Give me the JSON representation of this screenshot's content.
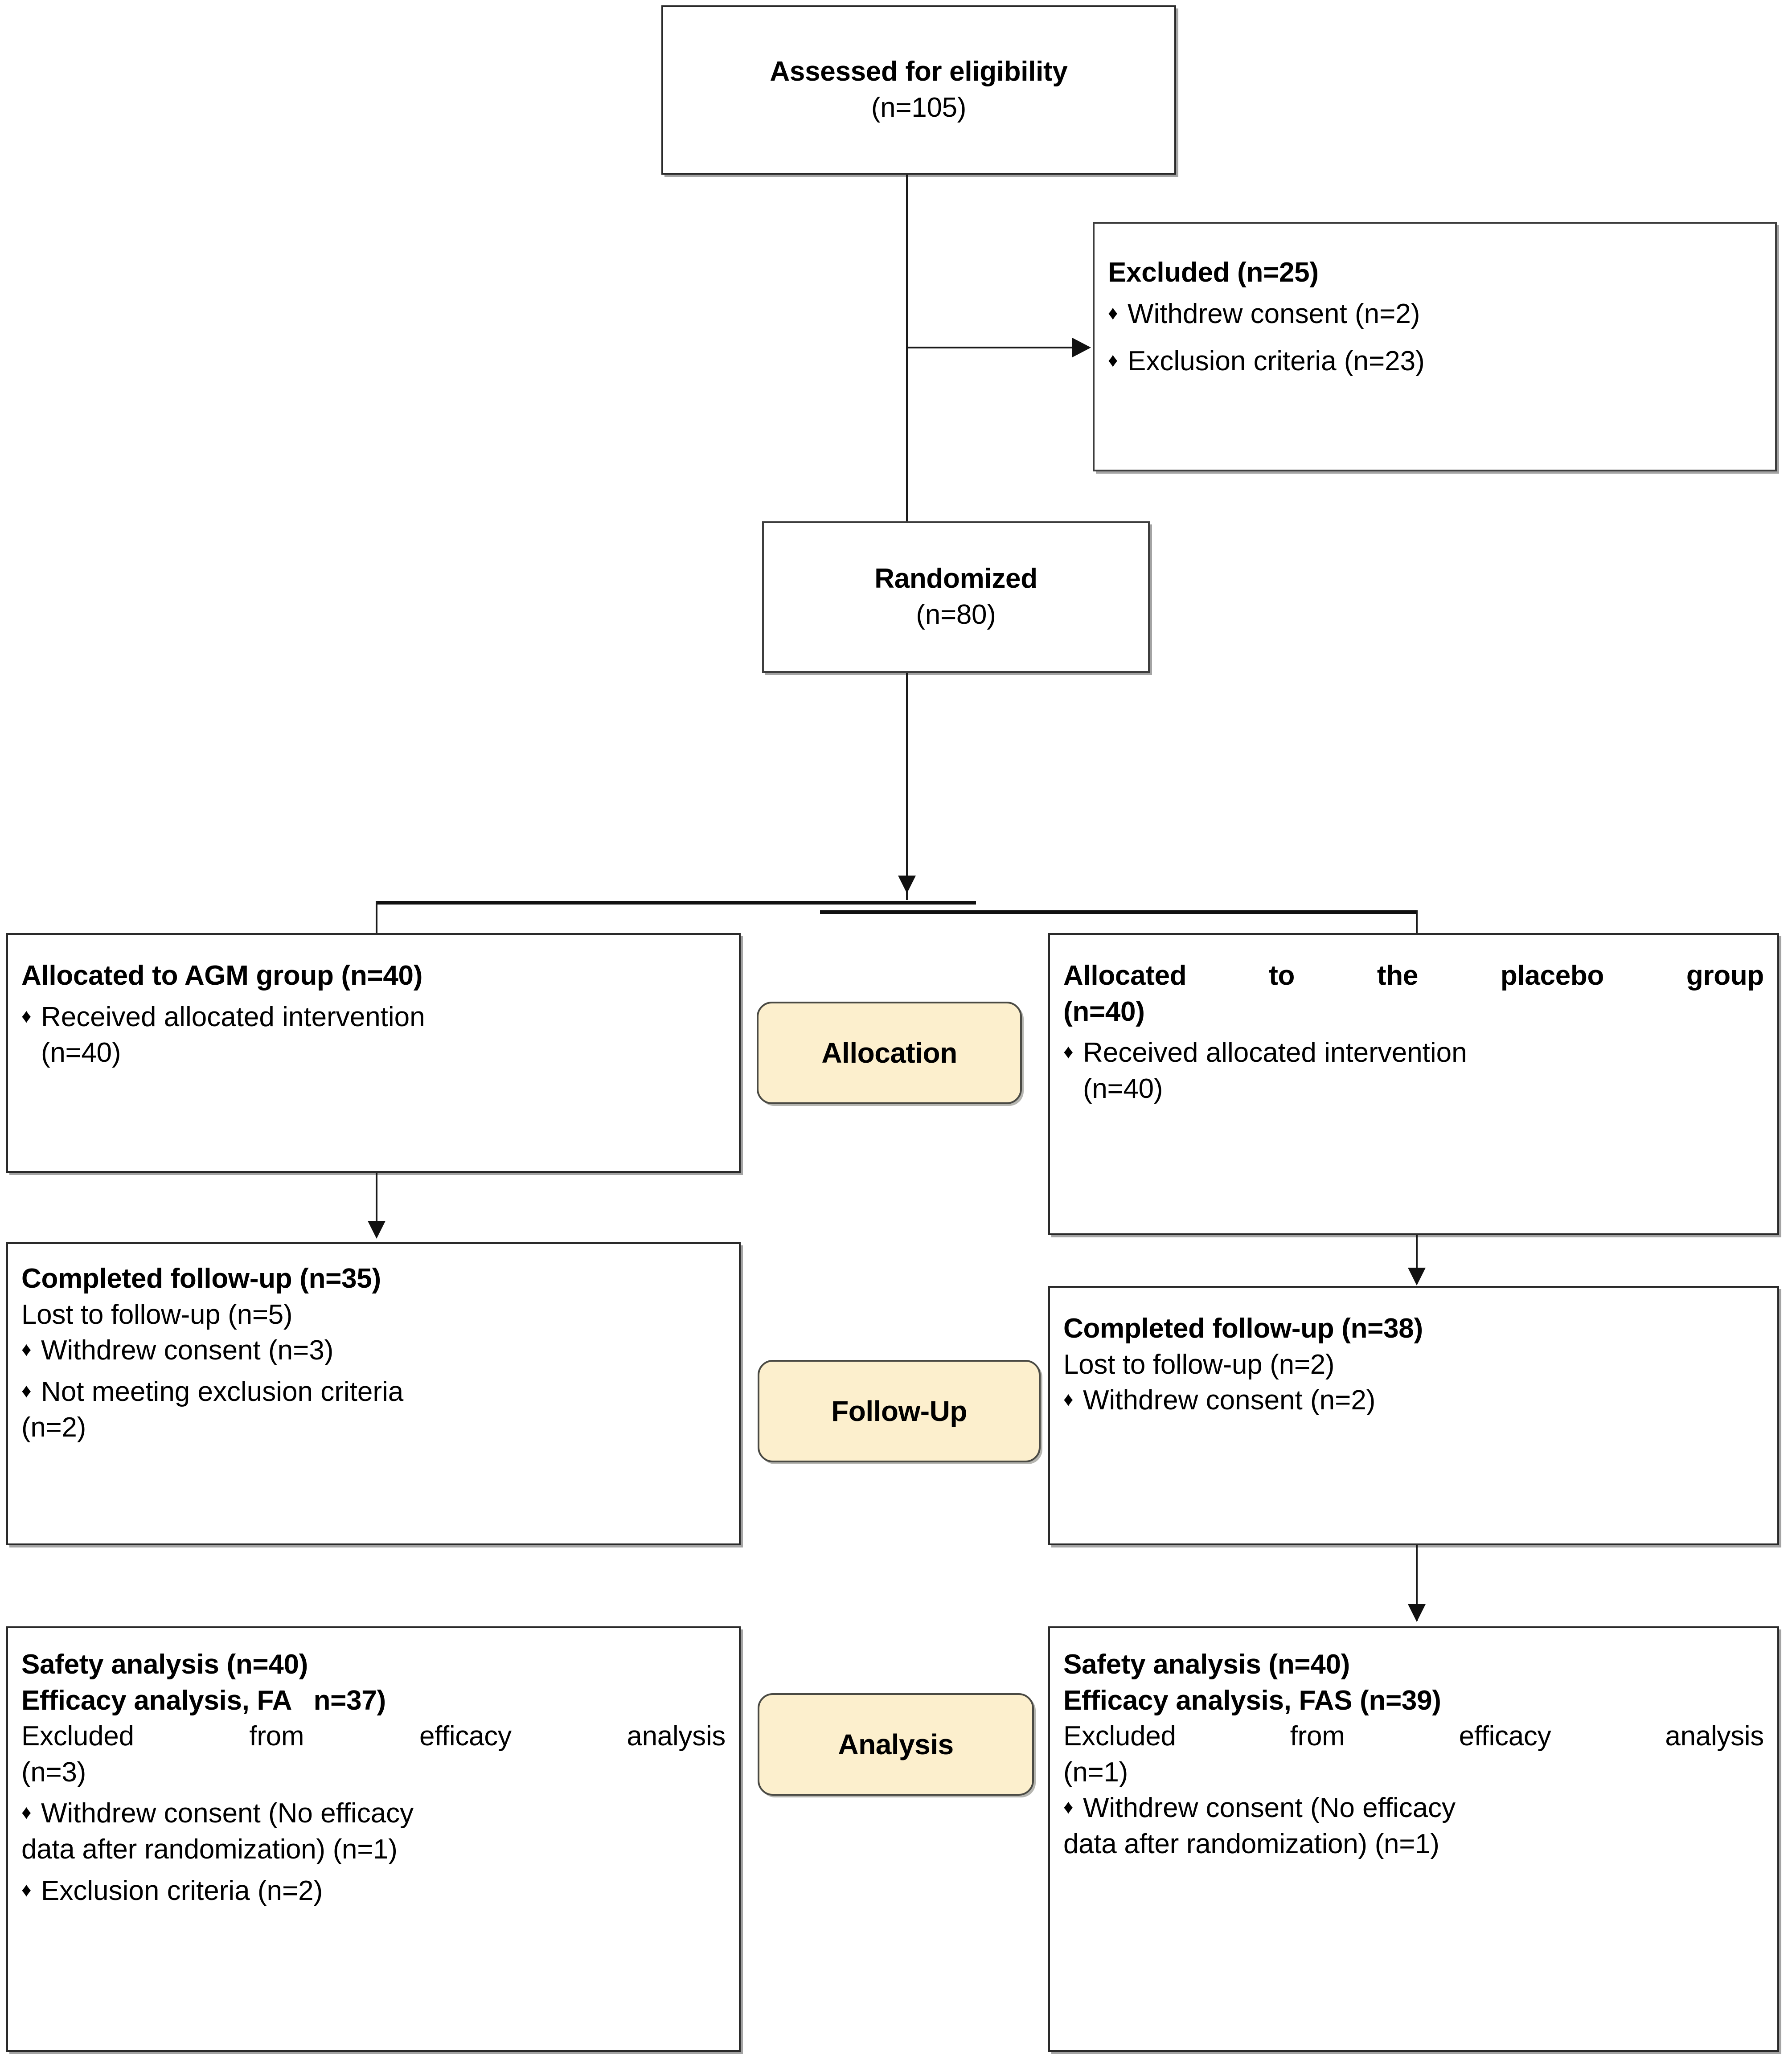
{
  "diagram": {
    "title": "CONSORT participant flow diagram",
    "bullet_glyph": "♦",
    "pill_fill": "#FCEFCD",
    "pill_border": "#4a4a44",
    "box_border": "#3d3d3d",
    "line_color": "#1a1a1a"
  },
  "stage_labels": {
    "allocation": "Allocation",
    "followup": "Follow-Up",
    "analysis": "Analysis"
  },
  "enrollment": {
    "assessed": {
      "title": "Assessed for eligibility",
      "count": "(n=105)"
    },
    "excluded": {
      "title": "Excluded (n=25)",
      "reasons": [
        "Withdrew consent (n=2)",
        "Exclusion criteria (n=23)"
      ]
    },
    "randomized": {
      "title": "Randomized",
      "count": "(n=80)"
    }
  },
  "arms": {
    "agm": {
      "allocation": {
        "title": "Allocated to AGM group (n=40)",
        "bullets": [
          {
            "text": "Received allocated intervention",
            "count": "(n=40)"
          }
        ]
      },
      "followup": {
        "title": "Completed follow-up (n=35)",
        "lost": "Lost to follow-up (n=5)",
        "bullets": [
          {
            "text": "Withdrew consent (n=3)",
            "count": ""
          },
          {
            "text": "Not meeting exclusion criteria",
            "count": "(n=2)"
          }
        ]
      },
      "analysis": {
        "safety": "Safety analysis (n=40)",
        "efficacy": "Efficacy analysis, FA   n=37)",
        "excluded_title": "Excluded from efficacy analysis",
        "excluded_count": "(n=3)",
        "bullets": [
          {
            "text": "Withdrew consent (No efficacy",
            "count": "data after randomization) (n=1)"
          },
          {
            "text": "Exclusion criteria (n=2)",
            "count": ""
          }
        ]
      }
    },
    "placebo": {
      "allocation": {
        "title": "Allocated to the placebo group",
        "title_count": "(n=40)",
        "bullets": [
          {
            "text": "Received allocated intervention",
            "count": "(n=40)"
          }
        ]
      },
      "followup": {
        "title": "Completed follow-up (n=38)",
        "lost": "Lost to follow-up (n=2)",
        "bullets": [
          {
            "text": "Withdrew consent (n=2)",
            "count": ""
          }
        ]
      },
      "analysis": {
        "safety": "Safety analysis (n=40)",
        "efficacy": "Efficacy analysis, FAS (n=39)",
        "excluded_title": "Excluded from efficacy analysis",
        "excluded_count": "(n=1)",
        "bullets": [
          {
            "text": "Withdrew consent (No efficacy",
            "count": "data after randomization) (n=1)"
          }
        ]
      }
    }
  }
}
